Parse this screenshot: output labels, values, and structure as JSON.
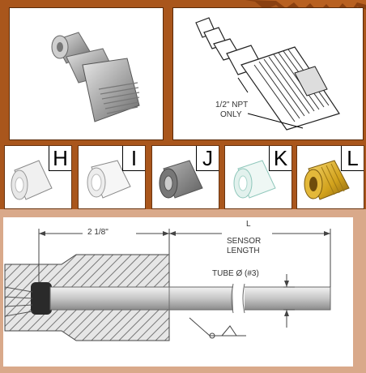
{
  "callout": {
    "line1": "1/2\" NPT",
    "line2": "ONLY"
  },
  "tips": [
    {
      "letter": "H",
      "name": "white-tip",
      "color": "#f2f2f2"
    },
    {
      "letter": "I",
      "name": "white-tip-2",
      "color": "#f4f4f4"
    },
    {
      "letter": "J",
      "name": "gray-tip",
      "color": "#8a8a8a"
    },
    {
      "letter": "K",
      "name": "clear-tip",
      "color": "#e8f3f0"
    },
    {
      "letter": "L",
      "name": "brass-tip",
      "color": "#d2a21c"
    }
  ],
  "drawing": {
    "dim_left": "2 1/8\"",
    "dim_right": "L",
    "sensor_line1": "SENSOR",
    "sensor_line2": "LENGTH",
    "tube": "TUBE Ø (#3)"
  },
  "colors": {
    "frame": "#a9561c",
    "lower_frame": "#d9a98a",
    "brass": "#d2a21c"
  }
}
